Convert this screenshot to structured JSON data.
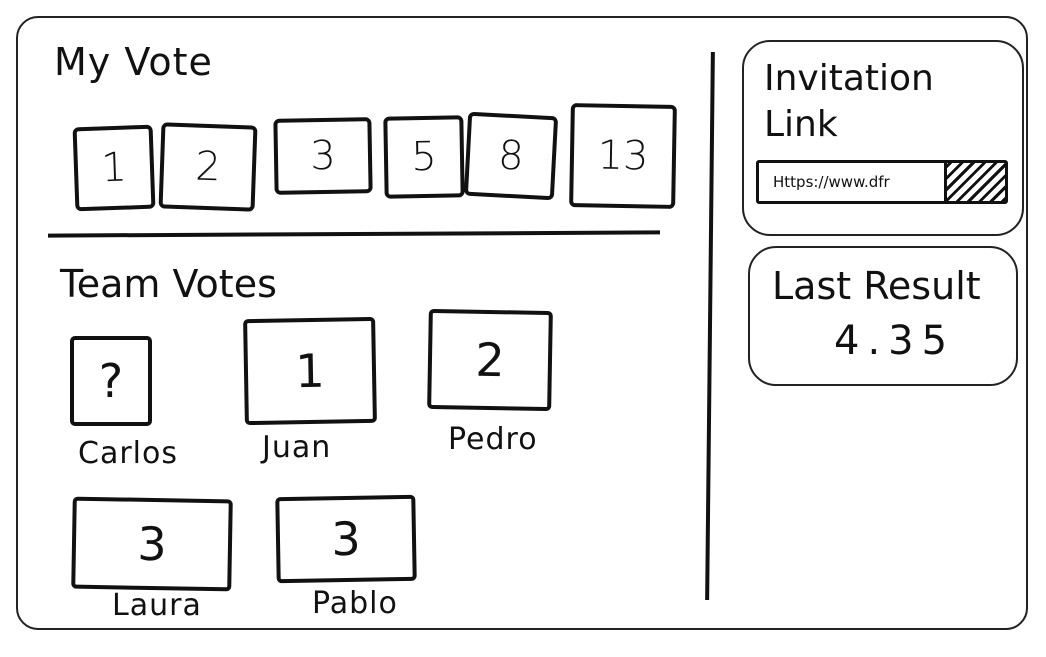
{
  "my_vote": {
    "title": "My Vote",
    "cards": [
      "1",
      "2",
      "3",
      "5",
      "8",
      "13"
    ]
  },
  "team_votes": {
    "title": "Team Votes",
    "members": [
      {
        "name": "Carlos",
        "vote": "?"
      },
      {
        "name": "Juan",
        "vote": "1"
      },
      {
        "name": "Pedro",
        "vote": "2"
      },
      {
        "name": "Laura",
        "vote": "3"
      },
      {
        "name": "Pablo",
        "vote": "3"
      }
    ]
  },
  "invitation": {
    "title": "Invitation Link",
    "link": "Https://www.dfr",
    "copy_icon": "copy-icon"
  },
  "last_result": {
    "title": "Last Result",
    "value": "4.35"
  }
}
